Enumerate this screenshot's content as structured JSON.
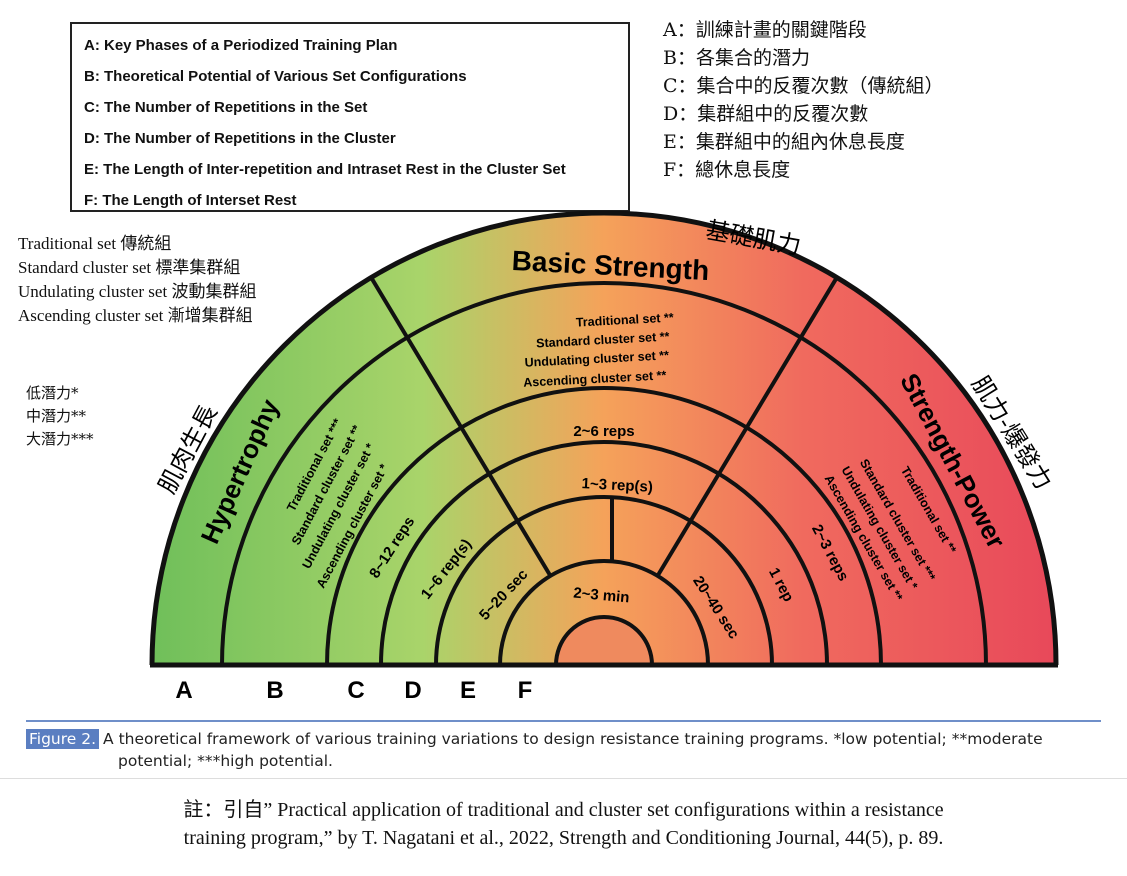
{
  "legend_en": [
    "A:  Key Phases of a Periodized Training Plan",
    "B:  Theoretical Potential of Various Set Configurations",
    "C:  The Number of Repetitions in the Set",
    "D:  The Number of Repetitions in the Cluster",
    "E:  The Length of Inter-repetition and Intraset Rest in the Cluster Set",
    "F:  The Length of Interset Rest"
  ],
  "legend_zh": [
    "A：訓練計畫的關鍵階段",
    "B：各集合的潛力",
    "C：集合中的反覆次數（傳統組）",
    "D：集群組中的反覆次數",
    "E：集群組中的組內休息長度",
    "F：總休息長度"
  ],
  "set_types": [
    "Traditional set 傳統組",
    "Standard cluster set 標準集群組",
    "Undulating cluster set 波動集群組",
    "Ascending cluster set 漸增集群組"
  ],
  "potential_legend": [
    "低潛力*",
    "中潛力**",
    "大潛力***"
  ],
  "diagram": {
    "colors": {
      "green": "#6fbf5a",
      "orange": "#f5a25a",
      "red": "#e8485a"
    },
    "phases": {
      "hypertrophy": {
        "label": "Hypertrophy",
        "zh": "肌肉生長",
        "sets": [
          "Traditional set ***",
          "Standard cluster set **",
          "Undulating cluster set *",
          "Ascending cluster set *"
        ],
        "reps_set": "8~12 reps",
        "reps_cluster": "1~6 rep(s)",
        "intra_rest": "5~20 sec"
      },
      "basic_strength": {
        "label": "Basic  Strength",
        "zh": "基礎肌力",
        "sets": [
          "Traditional set **",
          "Standard cluster set **",
          "Undulating cluster set **",
          "Ascending cluster set **"
        ],
        "reps_set": "2~6 reps",
        "reps_cluster": "1~3 rep(s)"
      },
      "strength_power": {
        "label": "Strength-Power",
        "zh": "肌力-爆發力",
        "sets": [
          "Traditional set **",
          "Standard cluster set ***",
          "Undulating cluster set *",
          "Ascending cluster set **"
        ],
        "reps_set": "2~3 reps",
        "reps_cluster": "1 rep",
        "intra_rest": "20~40 sec"
      }
    },
    "interset_rest": "2~3 min",
    "letters": [
      "A",
      "B",
      "C",
      "D",
      "E",
      "F"
    ]
  },
  "caption": {
    "label": "Figure 2.",
    "line1": "A theoretical framework of various training variations to design resistance training programs. *low potential; **moderate",
    "line2": "potential; ***high potential."
  },
  "note": {
    "line1": "註：引自” Practical application of traditional and cluster set configurations within a resistance",
    "line2": "training program,” by  T. Nagatani et al., 2022, Strength and Conditioning Journal, 44(5), p. 89."
  }
}
